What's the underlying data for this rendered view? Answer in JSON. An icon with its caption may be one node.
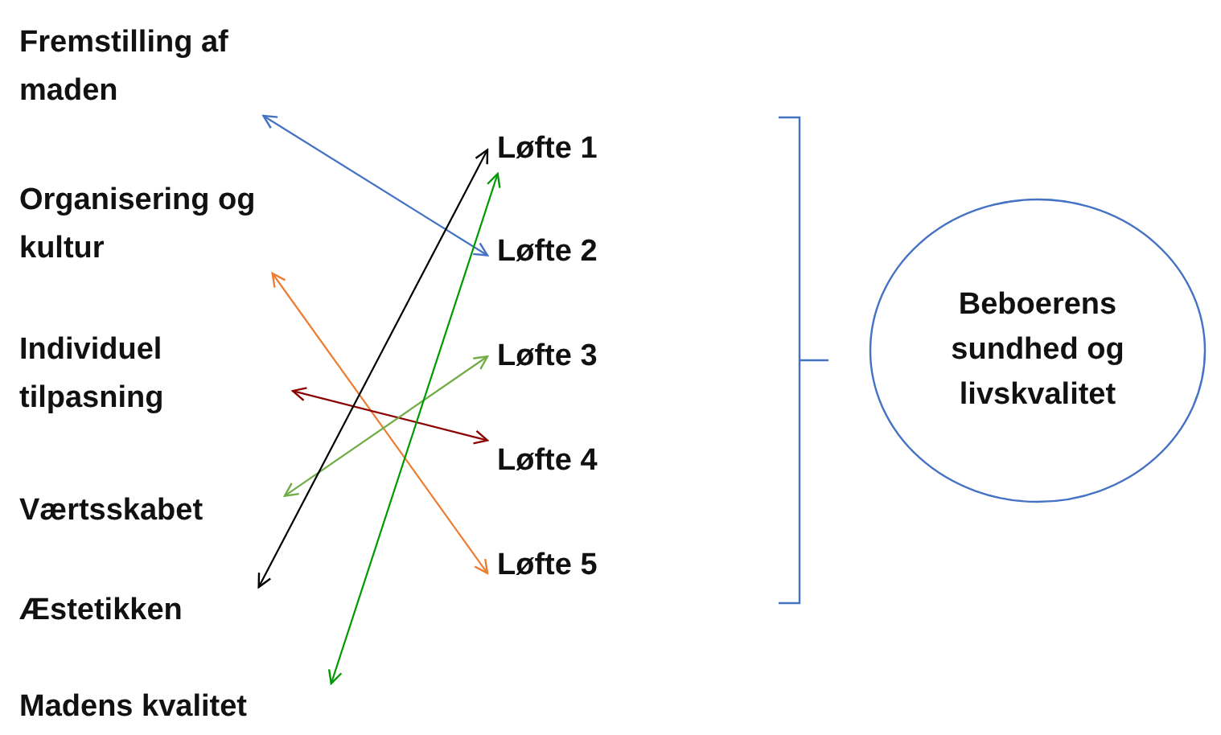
{
  "diagram": {
    "nodes": [
      {
        "text": [
          "Fremstilling af maden"
        ]
      },
      {
        "text": [
          "Organisering og kultur"
        ]
      },
      {
        "text": [
          "Individuel tilpasning"
        ]
      },
      {
        "text": [
          "Værtsskabet"
        ]
      },
      {
        "text": [
          "Æstetikken"
        ]
      },
      {
        "text": [
          "Madens kvalitet"
        ]
      },
      {
        "text": [
          "Løfte 1"
        ]
      },
      {
        "text": [
          "Løfte 2"
        ]
      },
      {
        "text": [
          "Løfte 3"
        ]
      },
      {
        "text": [
          "Løfte 4"
        ]
      },
      {
        "text": [
          "Løfte 5"
        ]
      },
      {
        "text": [
          "Beboerens sundhed og livskvalitet"
        ]
      }
    ],
    "edges": [
      {
        "from": 0,
        "to": 7,
        "arrow": "both",
        "color": "#4472c4"
      },
      {
        "from": 1,
        "to": 10,
        "arrow": "both",
        "color": "#ed7d31"
      },
      {
        "from": 2,
        "to": 9,
        "arrow": "both",
        "color": "#8b0000"
      },
      {
        "from": 3,
        "to": 8,
        "arrow": "both",
        "color": "#70ad47"
      },
      {
        "from": 4,
        "to": 6,
        "arrow": "both",
        "color": "#000000"
      },
      {
        "from": 5,
        "to": 6,
        "arrow": "both",
        "color": "#009900"
      }
    ]
  }
}
